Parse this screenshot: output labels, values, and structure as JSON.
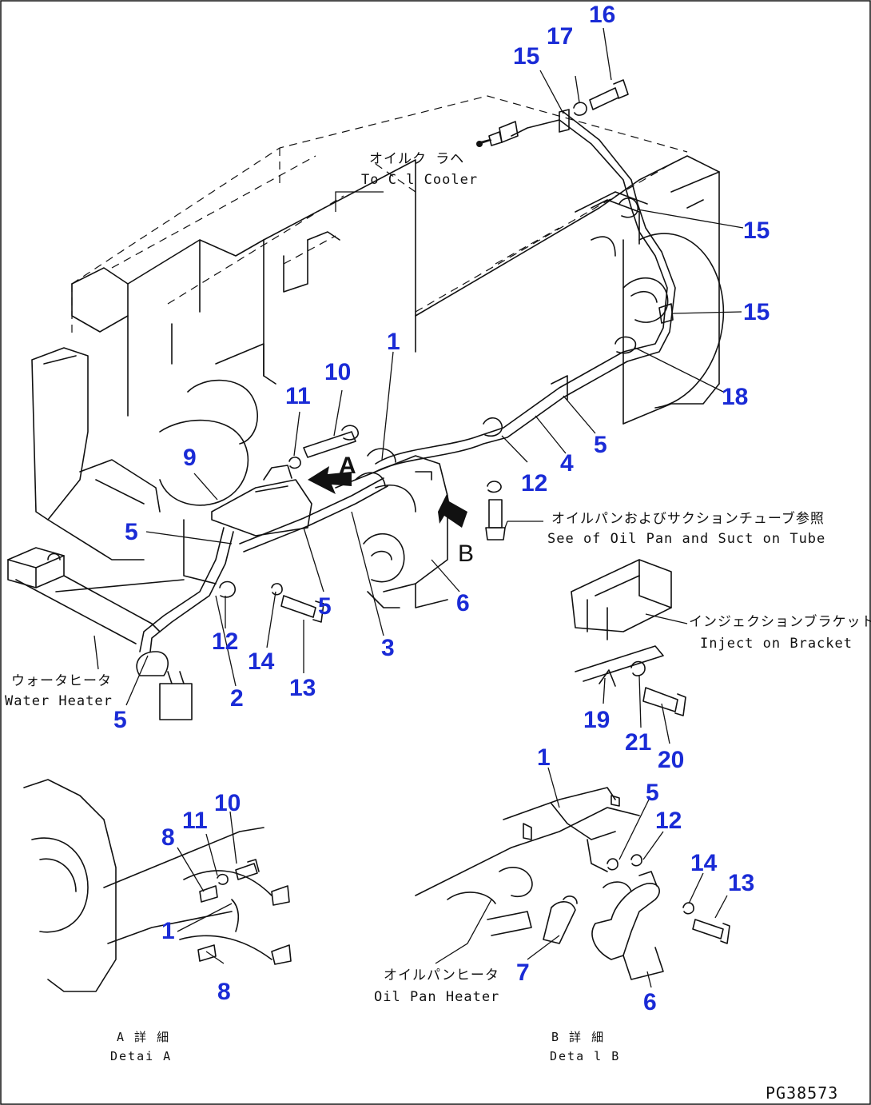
{
  "drawing_code": "PG38573",
  "part_numbers": {
    "p16": "16",
    "p17": "17",
    "p15_top": "15",
    "p15_right1": "15",
    "p15_right2": "15",
    "p18": "18",
    "p1_main": "1",
    "p10_main": "10",
    "p11_main": "11",
    "p9": "9",
    "p5_left": "5",
    "p5_mid": "5",
    "p5_pipe": "5",
    "p5_bottom": "5",
    "p12_main": "12",
    "p4": "4",
    "p12_lower": "12",
    "p14_main": "14",
    "p13_main": "13",
    "p3": "3",
    "p6_main": "6",
    "p2": "2",
    "p19": "19",
    "p21": "21",
    "p20": "20",
    "detA_10": "10",
    "detA_11": "11",
    "detA_8_top": "8",
    "detA_1": "1",
    "detA_8_bot": "8",
    "detB_1": "1",
    "detB_5": "5",
    "detB_12": "12",
    "detB_14": "14",
    "detB_13": "13",
    "detB_7": "7",
    "detB_6": "6"
  },
  "labels": {
    "oil_cooler_jp": "オイルク ラヘ",
    "oil_cooler_en": "To C l Cooler",
    "oil_pan_ref_jp": "オイルパンおよびサクションチューブ参照",
    "oil_pan_ref_en": "See of Oil Pan and Suct on Tube",
    "injection_jp": "インジェクションブラケット",
    "injection_en": "Inject on Bracket",
    "water_heater_jp": "ウォータヒータ",
    "water_heater_en": "Water Heater",
    "oil_pan_heater_jp": "オイルパンヒータ",
    "oil_pan_heater_en": "Oil Pan Heater",
    "view_a": "A",
    "view_b": "B",
    "detail_a_jp": "A 詳 細",
    "detail_a_en": "Detai A",
    "detail_b_jp": "B 詳 細",
    "detail_b_en": "Deta l B"
  }
}
